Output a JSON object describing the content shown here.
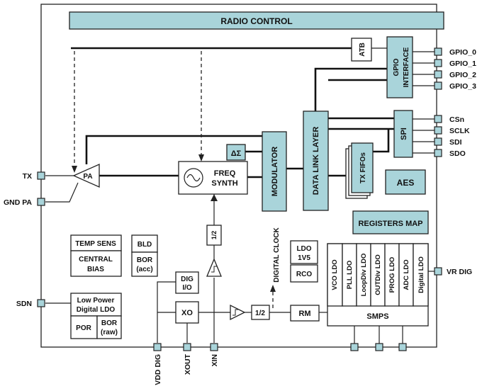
{
  "blocks": {
    "radio_control": "RADIO CONTROL",
    "atb": "ATB",
    "gpio_interface": "GPIO INTERFACE",
    "spi": "SPI",
    "data_link_layer": "DATA LINK LAYER",
    "modulator": "MODULATOR",
    "delta_sigma": "ΔΣ",
    "freq_synth_1": "FREQ",
    "freq_synth_2": "SYNTH",
    "pa": "PA",
    "tx_fifos": "TX FIFOs",
    "aes": "AES",
    "registers_map": "REGISTERS MAP",
    "temp_sens": "TEMP SENS",
    "central_bias_1": "CENTRAL",
    "central_bias_2": "BIAS",
    "bld": "BLD",
    "bor_acc_1": "BOR",
    "bor_acc_2": "(acc)",
    "dig_io_1": "DIG",
    "dig_io_2": "I/O",
    "xo": "XO",
    "div_half_top": "1/2",
    "div_half_mid": "1/2",
    "digital_clock": "DIGITAL CLOCK",
    "ldo_1v5_1": "LDO",
    "ldo_1v5_2": "1V5",
    "rco": "RCO",
    "rm": "RM",
    "smps": "SMPS",
    "lp_ldo_1": "Low Power",
    "lp_ldo_2": "Digital LDO",
    "por": "POR",
    "bor_raw_1": "BOR",
    "bor_raw_2": "(raw)",
    "ldos": [
      "VCO LDO",
      "PLL LDO",
      "LoopDiv LDO",
      "OUTDiv LDO",
      "PROG LDO",
      "ADC LDO",
      "Digital LDO"
    ]
  },
  "pins": {
    "gpio_0": "GPIO_0",
    "gpio_1": "GPIO_1",
    "gpio_2": "GPIO_2",
    "gpio_3": "GPIO_3",
    "csn": "CSn",
    "sclk": "SCLK",
    "sdi": "SDI",
    "sdo": "SDO",
    "vr_dig": "VR DIG",
    "tx": "TX",
    "gnd_pa": "GND PA",
    "sdn": "SDN",
    "vdd_dig": "VDD DIG",
    "xout": "XOUT",
    "xin": "XIN"
  }
}
